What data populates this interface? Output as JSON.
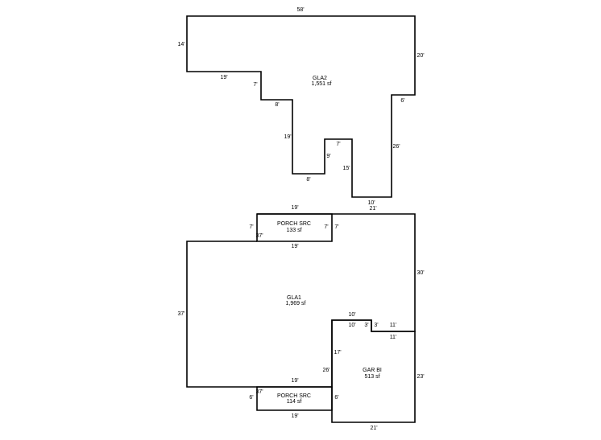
{
  "areas": {
    "gla2": {
      "name": "GLA2",
      "size": "1,551 sf"
    },
    "gla1": {
      "name": "GLA1",
      "size": "1,969 sf"
    },
    "porch_top": {
      "name": "PORCH SRC",
      "size": "133 sf"
    },
    "porch_bottom": {
      "name": "PORCH SRC",
      "size": "114 sf"
    },
    "garage": {
      "name": "GAR BI",
      "size": "513 sf"
    }
  },
  "dims": {
    "gla2": {
      "top": "58'",
      "left": "14'",
      "right_upper": "20'",
      "step_19": "19'",
      "step_7": "7'",
      "step_8_upper": "8'",
      "inner_19": "19'",
      "step_8_lower": "8'",
      "inner_9": "9'",
      "notch_7": "7'",
      "inner_15": "15'",
      "bottom_10": "10'",
      "right_6": "6'",
      "right_26": "26'"
    },
    "porch_top": {
      "top": "19'",
      "left": "7'",
      "right": "7'",
      "left_outer": "7'",
      "bottom": "19'",
      "corner": "37'"
    },
    "gla1": {
      "top_21": "21'",
      "right_30": "30'",
      "left_37": "37'",
      "step_10_upper": "10'",
      "step_10_lower": "10'",
      "step_3_left": "3'",
      "step_3_right": "3'",
      "step_11_upper": "11'",
      "step_11_lower": "11'",
      "inner_17": "17'",
      "inner_26": "26'",
      "bottom_19": "19'",
      "corner_37": "37'"
    },
    "garage": {
      "right_23": "23'",
      "left_6": "6'",
      "bottom_21": "21'"
    },
    "porch_bottom": {
      "left_6": "6'",
      "bottom_19": "19'"
    }
  }
}
